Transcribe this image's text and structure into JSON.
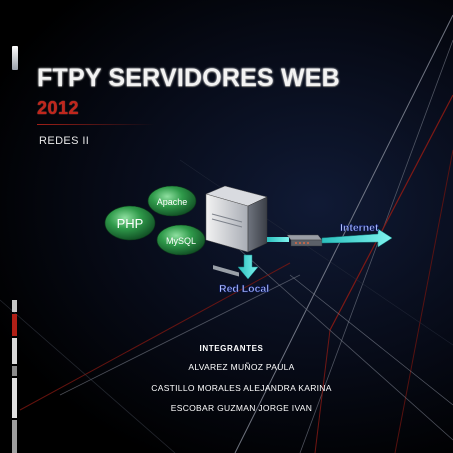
{
  "cover": {
    "title": "FTPY SERVIDORES WEB",
    "year": "2012",
    "subtitle": "REDES II"
  },
  "diagram": {
    "bubbles": [
      "Apache",
      "PHP",
      "MySQL"
    ],
    "network_labels": {
      "internet": "Internet",
      "local": "Red Local"
    },
    "icons": [
      "server-tower-icon",
      "router-icon"
    ]
  },
  "members": {
    "heading": "INTEGRANTES",
    "names": [
      "ALVAREZ MUÑOZ PAULA",
      "CASTILLO MORALES ALEJANDRA KARINA",
      "ESCOBAR GUZMAN JORGE IVAN"
    ]
  },
  "colors": {
    "background": "#000000",
    "accent_red": "#c0261c",
    "bubble_green": "#2f9a4a",
    "arrow_cyan": "#4fe1dc",
    "label_blue": "#b9c6ff"
  }
}
